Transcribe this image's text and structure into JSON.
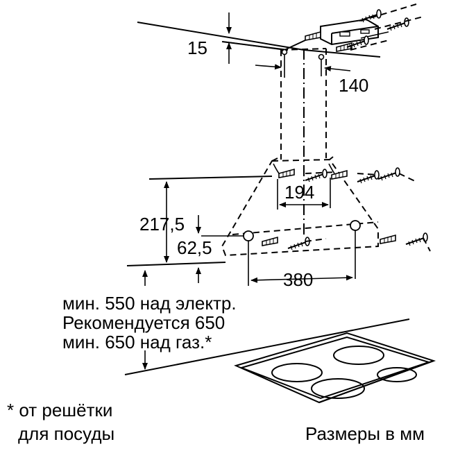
{
  "dimensions": {
    "ceiling_offset": "15",
    "bracket_spacing": "140",
    "upper_holes_spacing": "194",
    "hood_height": "217,5",
    "lower_holes_height": "62,5",
    "lower_holes_spacing": "380"
  },
  "notes": {
    "line1": "мин. 550 над электр.",
    "line2": "Рекомендуется 650",
    "line3": "мин. 650 над газ.*"
  },
  "footnote": {
    "line1": "* от решётки",
    "line2": "для посуды"
  },
  "units": "Размеры в мм",
  "icons": {
    "screw": "screw-icon",
    "wall_plug": "wall-plug-icon",
    "bracket": "mounting-bracket-icon",
    "hob": "cooktop-icon"
  }
}
